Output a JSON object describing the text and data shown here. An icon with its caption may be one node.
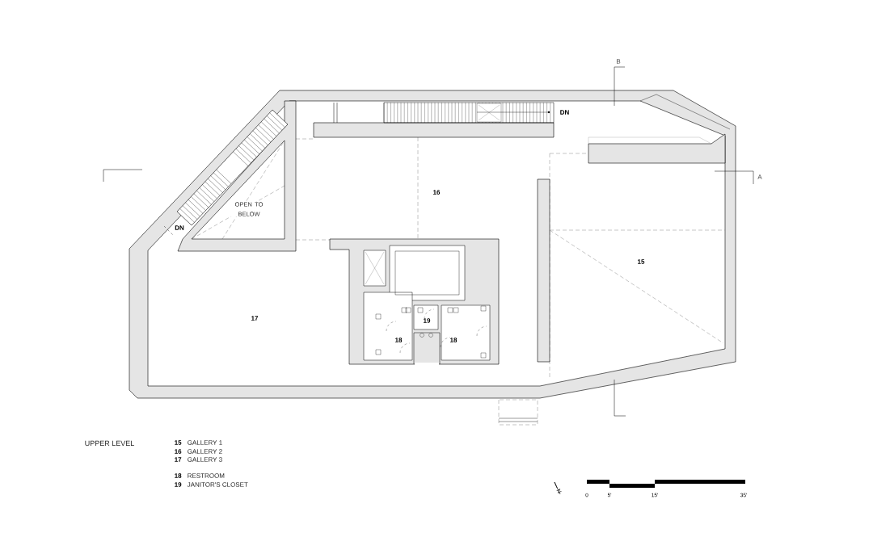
{
  "diagram": {
    "title": "UPPER LEVEL",
    "labels": [
      "B",
      "DN",
      "A",
      "16",
      "OPEN TO BELOW",
      "DN",
      "15",
      "17",
      "19",
      "18",
      "18",
      "15",
      "GALLERY 1",
      "16",
      "GALLERY 2",
      "17",
      "GALLERY 3",
      "18",
      "RESTROOM",
      "19",
      "JANITOR'S CLOSET",
      "N",
      "0",
      "5'",
      "15'",
      "35'"
    ]
  }
}
